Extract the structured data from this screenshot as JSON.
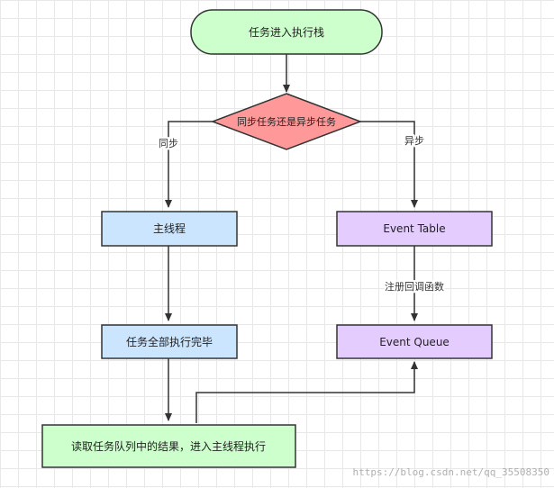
{
  "nodes": {
    "start": "任务进入执行栈",
    "decision": "同步任务还是异步任务",
    "main_thread": "主线程",
    "event_table": "Event Table",
    "tasks_done": "任务全部执行完毕",
    "event_queue": "Event Queue",
    "read_queue": "读取任务队列中的结果，进入主线程执行"
  },
  "edges": {
    "sync": "同步",
    "async": "异步",
    "register_callback": "注册回调函数"
  },
  "watermark": "https://blog.csdn.net/qq_35508350",
  "colors": {
    "start_fill": "#ccffcc",
    "decision_fill": "#ff9999",
    "process_blue": "#cce5ff",
    "process_purple": "#e5ccff",
    "end_fill": "#ccffcc",
    "stroke": "#333333"
  }
}
